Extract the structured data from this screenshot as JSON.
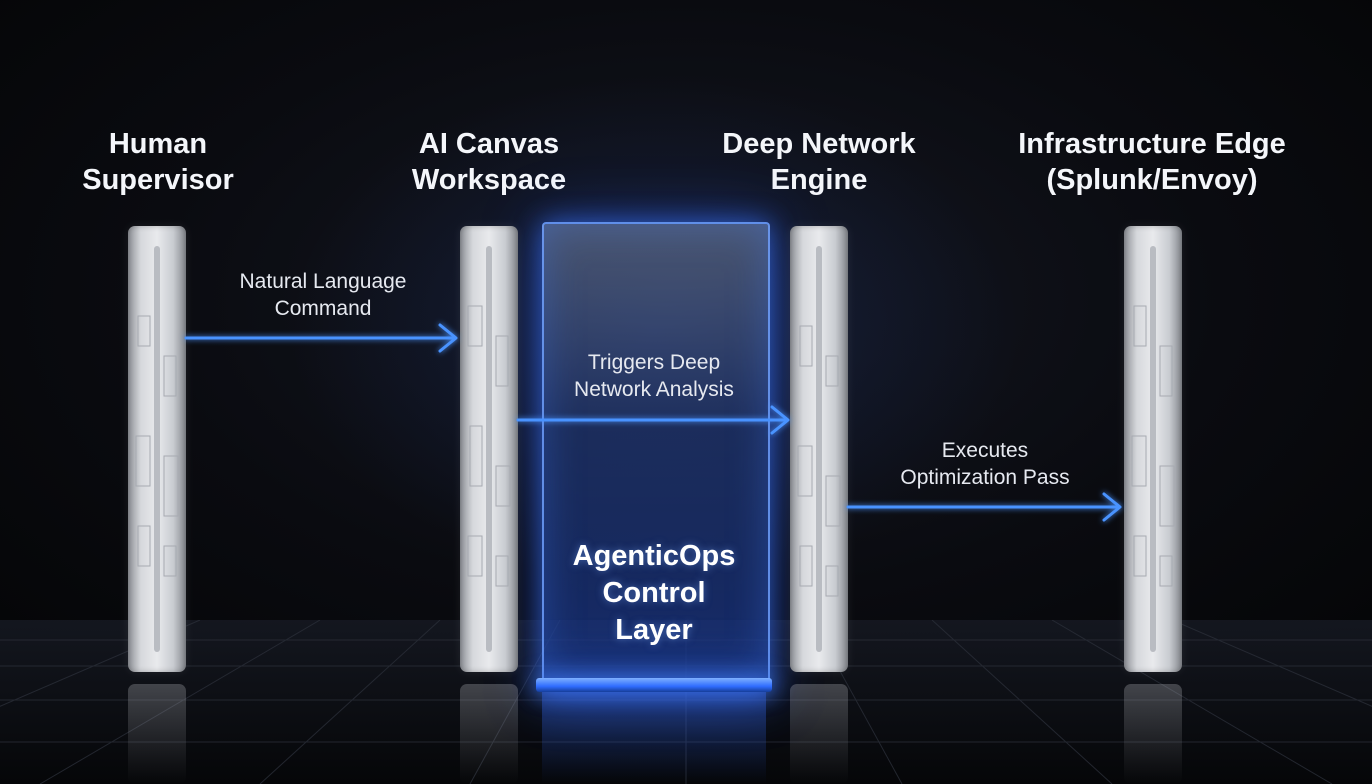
{
  "columns": [
    {
      "id": "human-supervisor",
      "title": "Human\nSupervisor"
    },
    {
      "id": "ai-canvas-workspace",
      "title": "AI Canvas\nWorkspace"
    },
    {
      "id": "deep-network-engine",
      "title": "Deep Network\nEngine"
    },
    {
      "id": "infrastructure-edge",
      "title": "Infrastructure Edge\n(Splunk/Envoy)"
    }
  ],
  "control_layer": {
    "label": "AgenticOps\nControl\nLayer"
  },
  "edges": [
    {
      "from": "human-supervisor",
      "to": "ai-canvas-workspace",
      "label": "Natural Language\nCommand"
    },
    {
      "from": "ai-canvas-workspace",
      "to": "deep-network-engine",
      "label": "Triggers Deep\nNetwork Analysis"
    },
    {
      "from": "deep-network-engine",
      "to": "infrastructure-edge",
      "label": "Executes\nOptimization Pass"
    }
  ],
  "colors": {
    "background": "#07080c",
    "arrow": "#3f8cff",
    "control_glow": "#2f6cff",
    "pillar": "#d6d8dc"
  }
}
